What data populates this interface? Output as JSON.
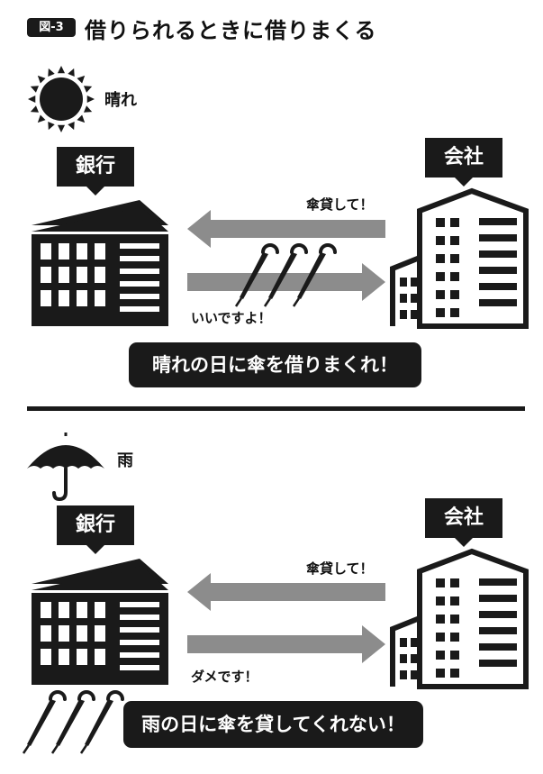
{
  "figure": {
    "badge": "図-3",
    "title": "借りられるときに借りまくる"
  },
  "sunny": {
    "weather_label": "晴れ",
    "bank_label": "銀行",
    "company_label": "会社",
    "request_label": "傘貸して！",
    "response_label": "いいですよ！",
    "banner": "晴れの日に傘を借りまくれ！"
  },
  "rainy": {
    "weather_label": "雨",
    "bank_label": "銀行",
    "company_label": "会社",
    "request_label": "傘貸して！",
    "response_label": "ダメです！",
    "banner": "雨の日に傘を貸してくれない！"
  },
  "colors": {
    "ink": "#1a1a1a",
    "arrow": "#8c8c8c",
    "background": "#ffffff"
  },
  "icons": [
    "sun-icon",
    "umbrella-icon",
    "bank-building-icon",
    "company-building-icon",
    "closed-umbrellas-icon",
    "arrow-left-icon",
    "arrow-right-icon"
  ]
}
